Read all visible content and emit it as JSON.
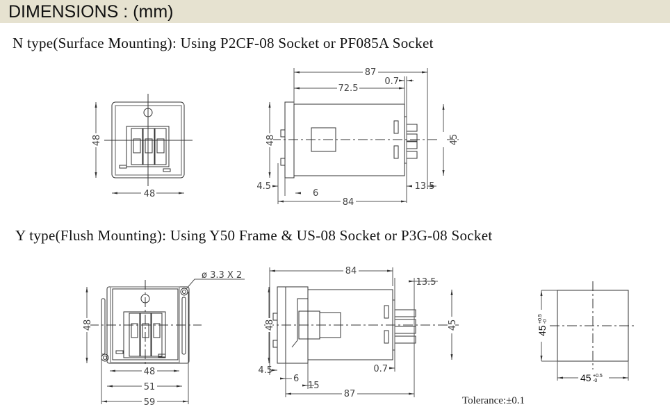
{
  "header": {
    "title": "DIMENSIONS : (mm)"
  },
  "n_type": {
    "caption": "N type(Surface Mounting): Using P2CF-08 Socket or PF085A Socket",
    "front": {
      "height": "48",
      "width": "48"
    },
    "side": {
      "overall": "87",
      "body": "72.5",
      "plate": "0.7",
      "height": "48",
      "socket_height": "45",
      "front_offset": "4.5",
      "bezel": "6",
      "socket_length": "84",
      "pins": "13.5"
    }
  },
  "y_type": {
    "caption": "Y type(Flush Mounting): Using Y50 Frame & US-08 Socket or P3G-08 Socket",
    "front": {
      "height": "48",
      "w1": "48",
      "w2": "51",
      "w3": "59",
      "holes": "ø 3.3 X 2"
    },
    "side": {
      "socket_length": "84",
      "pins": "13.5",
      "height": "48",
      "socket_height": "45",
      "front_offset": "4.5",
      "bezel": "6",
      "frame": "15",
      "overall": "87",
      "plate": "0.7"
    },
    "cutout": {
      "height": "45",
      "width": "45",
      "tol_plus": "+0.5",
      "tol_minus": "-0"
    }
  },
  "tolerance": "Tolerance:±0.1"
}
